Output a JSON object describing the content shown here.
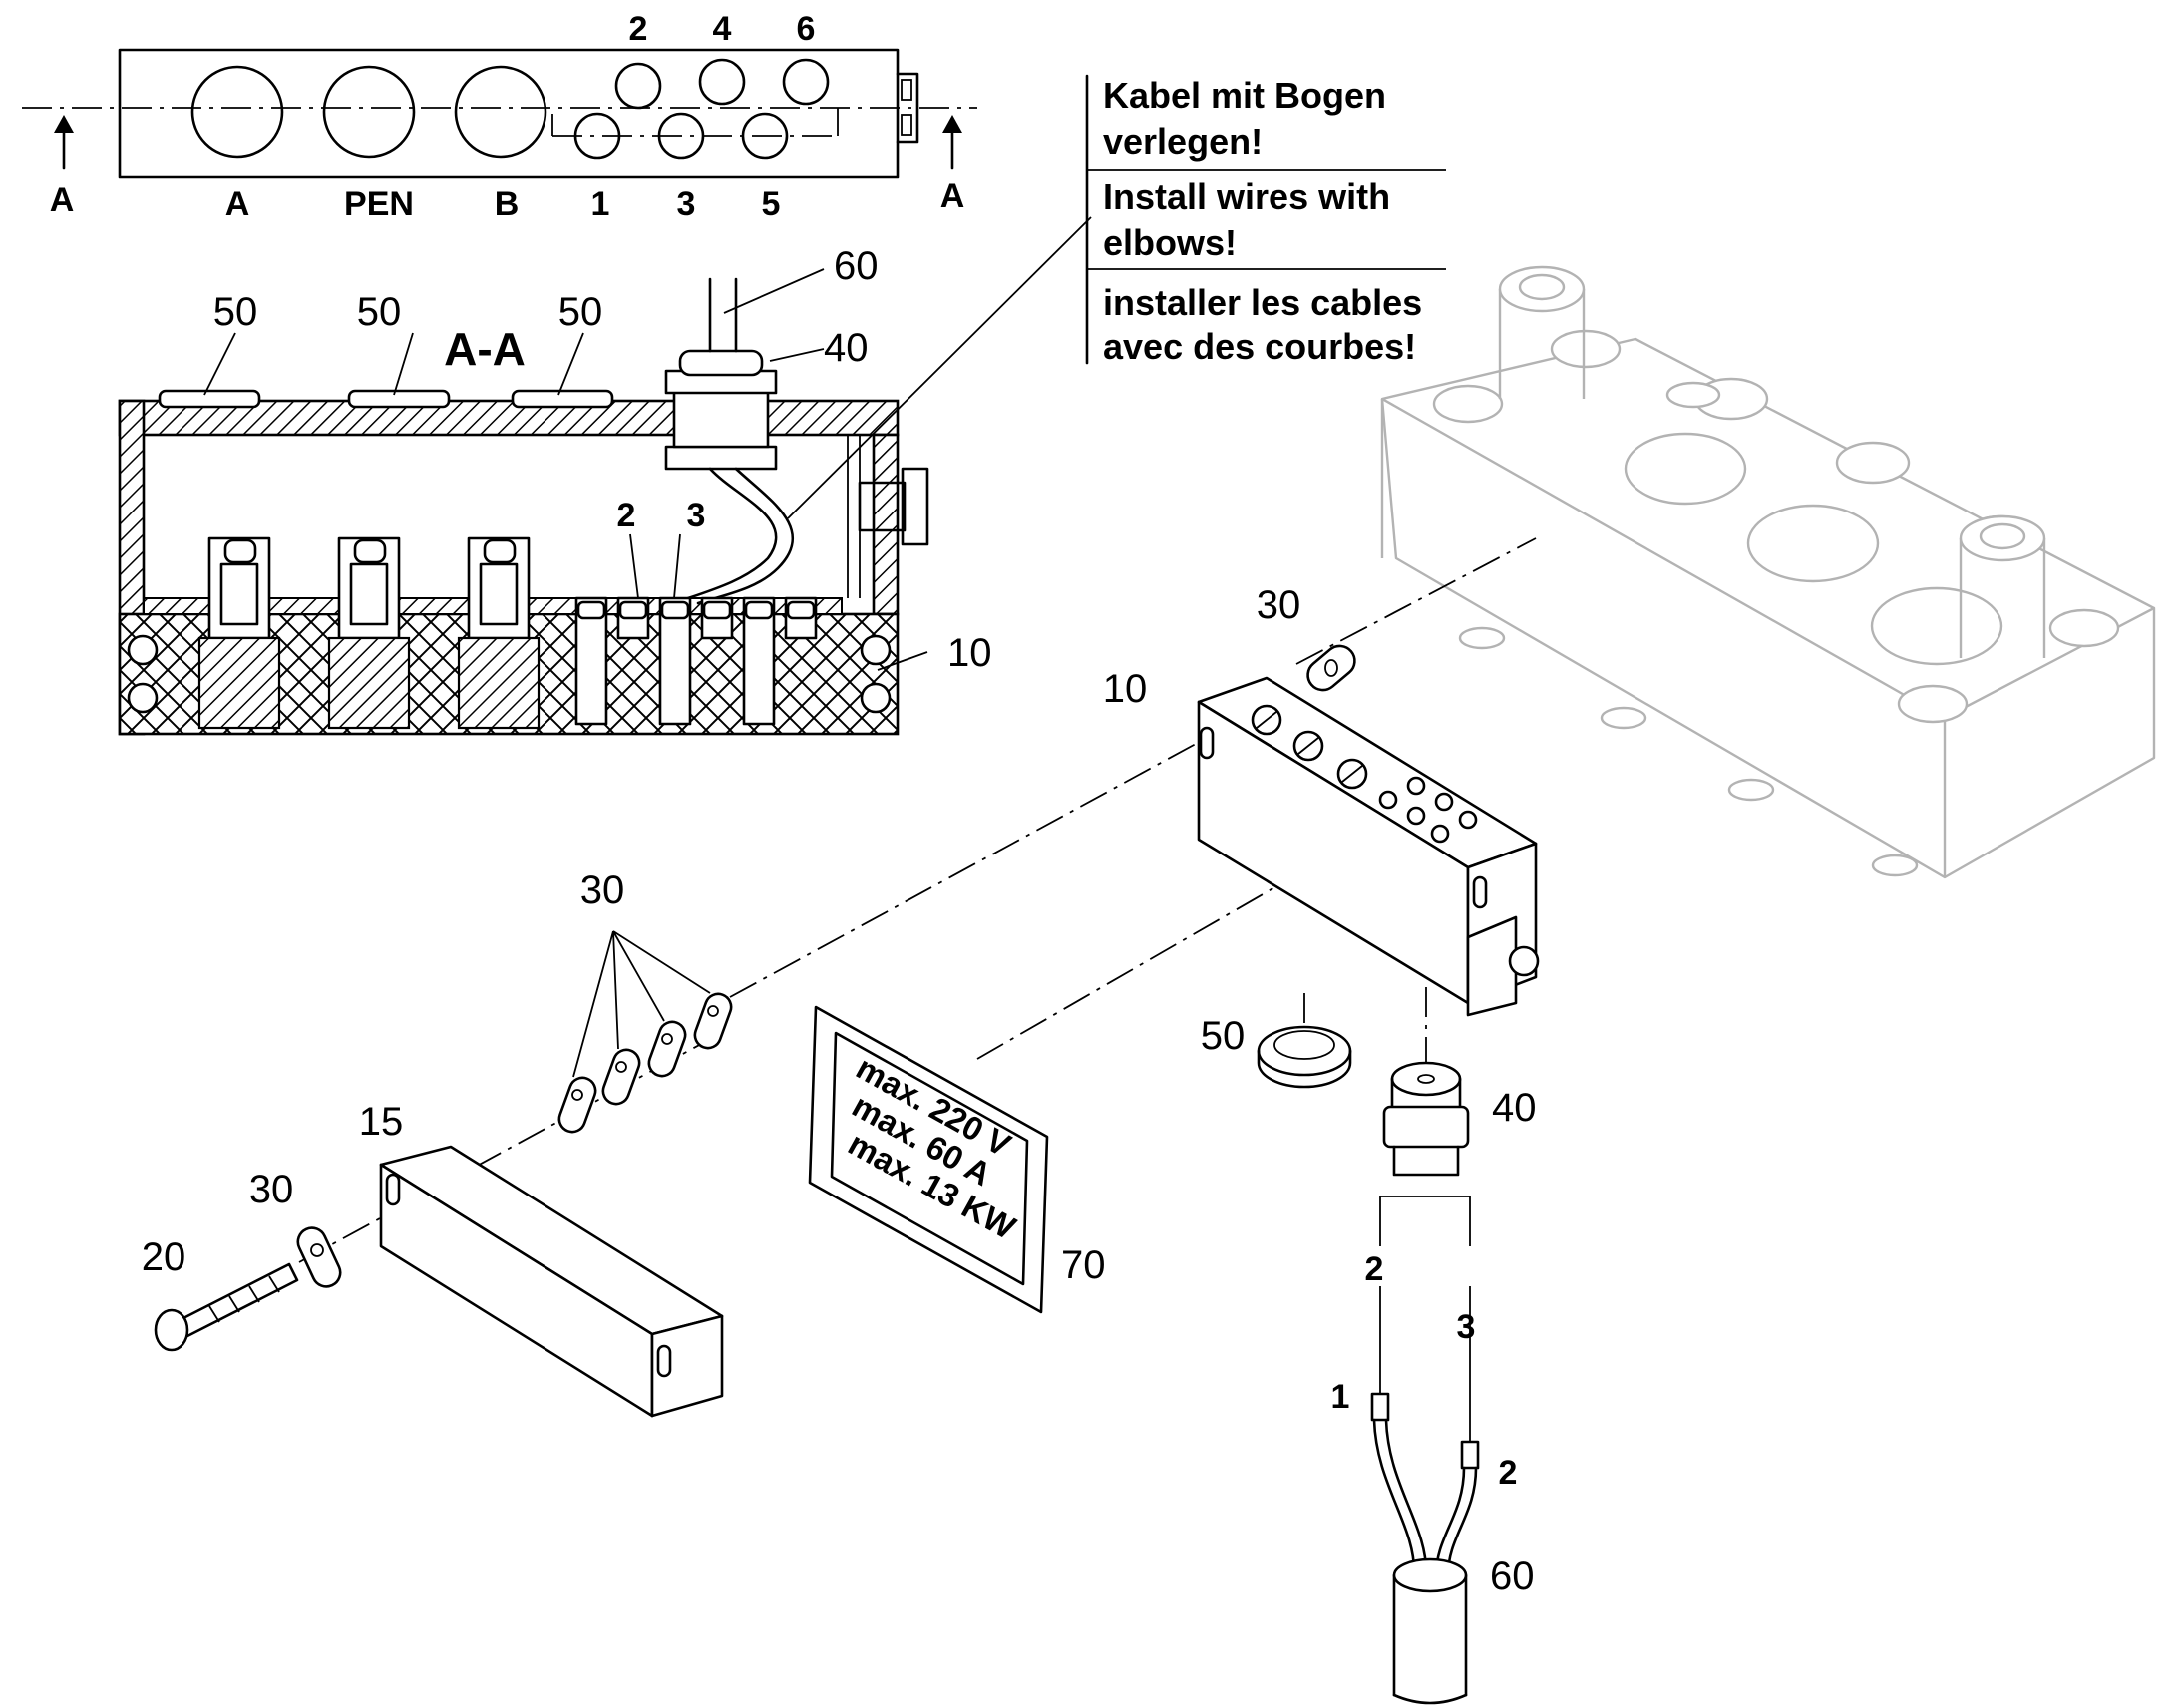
{
  "section_marker": "A",
  "section_view_title": "A-A",
  "top_view": {
    "lower_labels": [
      "A",
      "PEN",
      "B",
      "1",
      "3",
      "5"
    ],
    "upper_labels": [
      "2",
      "4",
      "6"
    ]
  },
  "section_view": {
    "callouts": {
      "cover": "50",
      "cable": "60",
      "gland": "40",
      "housing": "10",
      "wire_2": "2",
      "wire_3": "3"
    }
  },
  "notes": [
    {
      "line1": "Kabel mit Bogen",
      "line2": "verlegen!"
    },
    {
      "line1": "Install wires with",
      "line2": "elbows!"
    },
    {
      "line1": "installer les cables",
      "line2": "avec des courbes!"
    }
  ],
  "exploded_callouts": {
    "washer_top": "30",
    "housing": "10",
    "washers_group": "30",
    "plug": "50",
    "gland": "40",
    "cover_bar": "15",
    "washer_single": "30",
    "screw": "20",
    "label_plate": "70",
    "cable": "60",
    "wire_2": "2",
    "wire_3": "3",
    "terminal_1": "1",
    "terminal_2": "2"
  },
  "rating_plate": {
    "line1": "max. 220 V",
    "line2": "max. 60 A",
    "line3": "max. 13 KW"
  }
}
